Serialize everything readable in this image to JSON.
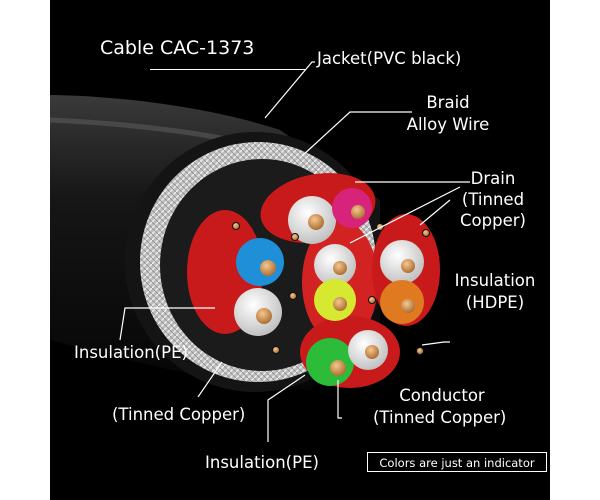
{
  "diagram": {
    "title": "Cable CAC-1373",
    "labels": {
      "jacket": "Jacket(PVC black)",
      "braid_line1": "Braid",
      "braid_line2": "Alloy Wire",
      "drain_line1": "Drain",
      "drain_line2": "(Tinned",
      "drain_line3": "Copper)",
      "insulation_hdpe_line1": "Insulation",
      "insulation_hdpe_line2": "(HDPE)",
      "insulation_pe_left": "Insulation(PE)",
      "tinned_copper_left": "(Tinned Copper)",
      "conductor_line1": "Conductor",
      "conductor_line2": "(Tinned Copper)",
      "insulation_pe_bottom": "Insulation(PE)"
    },
    "note": "Colors are just an indicator",
    "colors": {
      "background": "#000000",
      "jacket": "#1a1a1a",
      "braid": "#cfcfcf",
      "foil": "#d42020",
      "conductor": "#d89a5a",
      "blue_wire": "#1f8fd8",
      "pink_wire": "#e0207a",
      "yellow_wire": "#d6e830",
      "green_wire": "#2dbb3a",
      "orange_wire": "#e07a20",
      "white_wire": "#f2f2f2",
      "leader_line": "#ffffff"
    }
  }
}
